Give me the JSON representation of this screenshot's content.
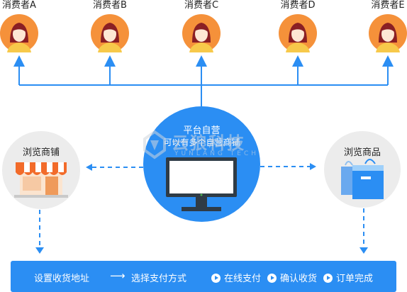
{
  "consumers": [
    {
      "label": "消费者A"
    },
    {
      "label": "消费者B"
    },
    {
      "label": "消费者C"
    },
    {
      "label": "消费者D"
    },
    {
      "label": "消费者E"
    }
  ],
  "platform": {
    "title": "平台自营",
    "subtitle": "可以有多个自营商铺"
  },
  "store": {
    "label": "浏览商铺"
  },
  "goods": {
    "label": "浏览商品"
  },
  "watermark": {
    "text": "云狼科技",
    "sub": "YUNLANG TECH"
  },
  "steps": {
    "step1": "设置收货地址",
    "arrow": "⟶",
    "step2": "选择支付方式",
    "step3": "在线支付",
    "step4": "确认收货",
    "step5": "订单完成"
  },
  "colors": {
    "accent": "#2b8ef3",
    "avatar_bg": "#f5913a",
    "circle_bg": "#ececec"
  }
}
